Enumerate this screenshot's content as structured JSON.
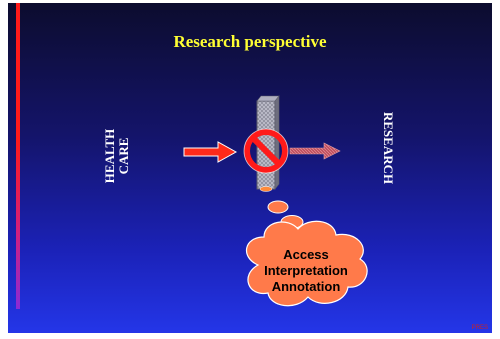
{
  "slide": {
    "title": "Research perspective",
    "left_label_line1": "HEALTH",
    "left_label_line2": "CARE",
    "right_label": "RESEARCH",
    "cloud_lines": [
      "Access",
      "Interpretation",
      "Annotation"
    ],
    "slide_number": "PRES",
    "colors": {
      "title": "#ffff33",
      "arrow": "#ff2a1a",
      "prohibit": "#ff1a1a",
      "cloud": "#ff7a4a",
      "barrier": "#9a9aa8"
    },
    "icons": [
      "arrow-right-icon",
      "no-entry-icon",
      "hatched-arrow-icon",
      "thought-cloud-icon"
    ]
  }
}
